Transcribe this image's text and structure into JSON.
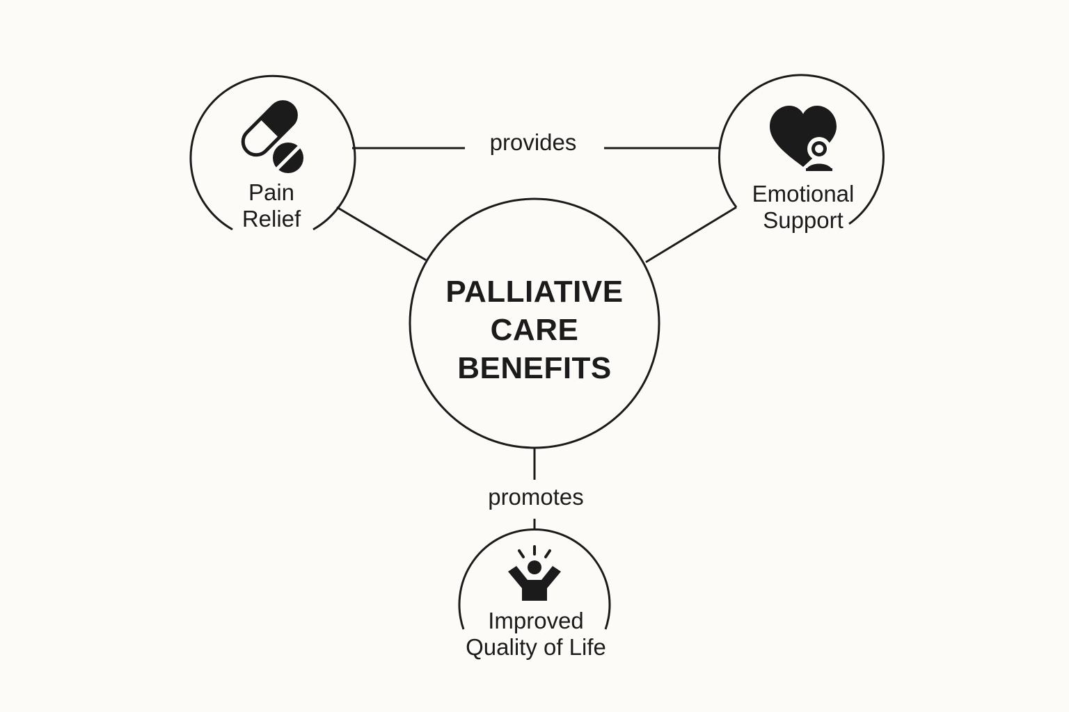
{
  "diagram": {
    "center": {
      "title_lines": [
        "PALLIATIVE",
        "CARE",
        "BENEFITS"
      ]
    },
    "nodes": [
      {
        "id": "pain-relief",
        "label_lines": [
          "Pain",
          "Relief"
        ],
        "icon": "pill-capsule-icon"
      },
      {
        "id": "emotional-support",
        "label_lines": [
          "Emotional",
          "Support"
        ],
        "icon": "heart-person-icon"
      },
      {
        "id": "quality-of-life",
        "label_lines": [
          "Improved",
          "Quality of Life"
        ],
        "icon": "raised-arms-person-icon"
      }
    ],
    "edges": [
      {
        "from": "pain-relief",
        "to": "emotional-support",
        "label": "provides"
      },
      {
        "from": "center",
        "to": "quality-of-life",
        "label": "promotes"
      },
      {
        "from": "center",
        "to": "pain-relief",
        "label": ""
      },
      {
        "from": "center",
        "to": "emotional-support",
        "label": ""
      }
    ],
    "colors": {
      "background": "#fcfbf7",
      "stroke": "#1b1b1b"
    }
  }
}
